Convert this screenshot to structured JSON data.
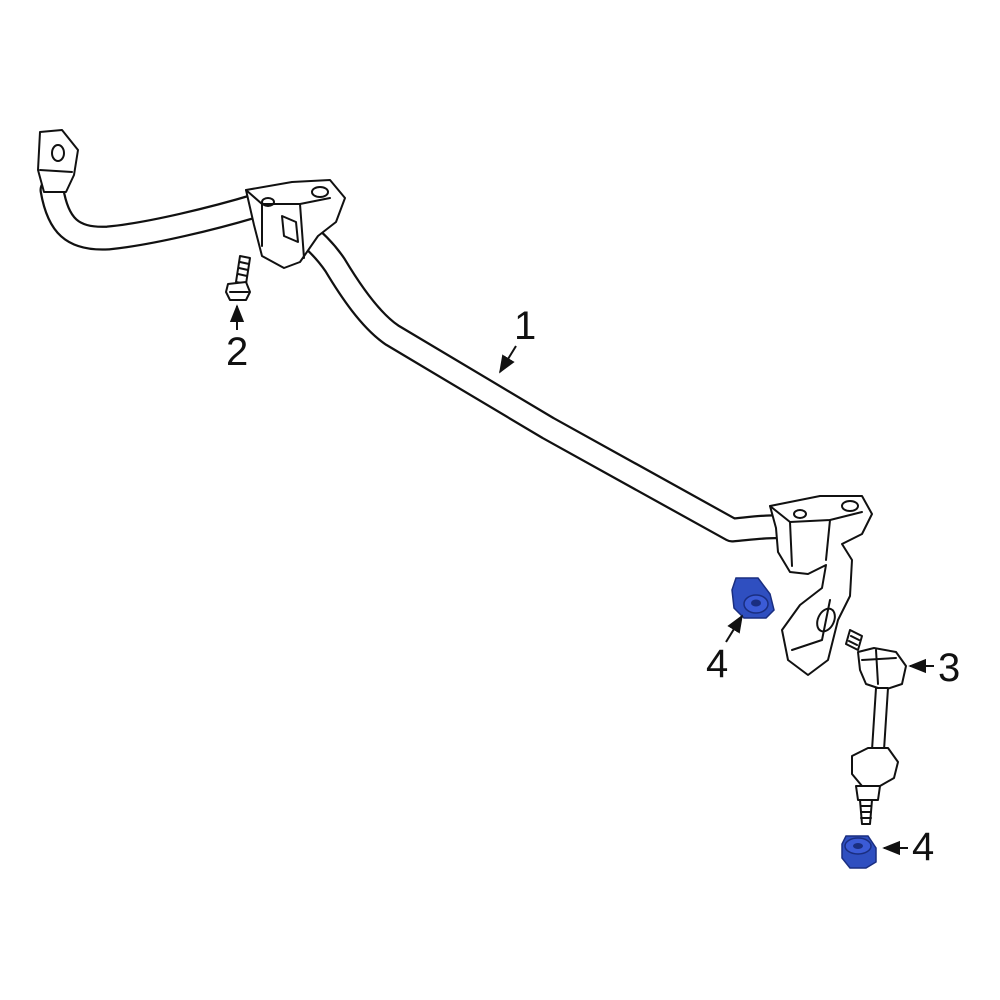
{
  "diagram": {
    "highlight_color": "#2f4fc0",
    "line_color": "#111111",
    "background": "#ffffff",
    "callouts": [
      {
        "id": "c1",
        "label": "1"
      },
      {
        "id": "c2",
        "label": "2"
      },
      {
        "id": "c3",
        "label": "3"
      },
      {
        "id": "c4a",
        "label": "4"
      },
      {
        "id": "c4b",
        "label": "4"
      }
    ]
  }
}
